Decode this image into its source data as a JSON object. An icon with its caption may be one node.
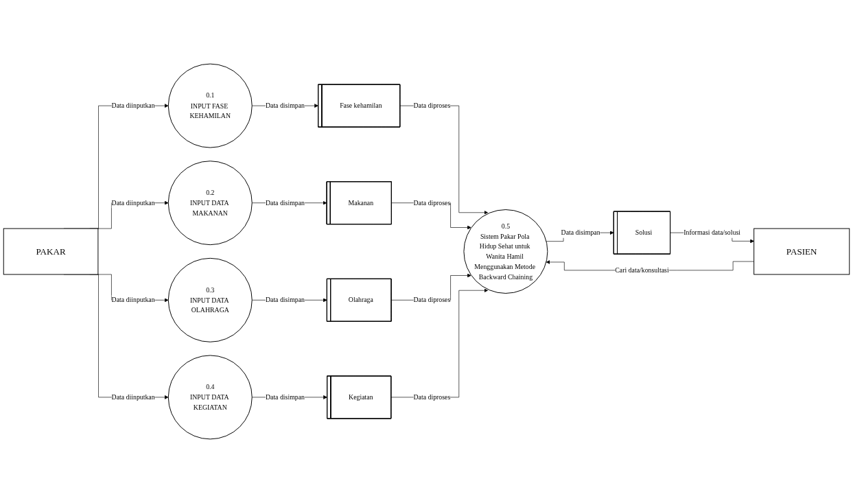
{
  "diagram": {
    "nodes": [
      {
        "text": [
          "PAKAR"
        ]
      },
      {
        "text": [
          "0.1",
          "INPUT FASE KEHAMILAN"
        ]
      },
      {
        "text": [
          "Fase kehamilan"
        ]
      },
      {
        "text": [
          "PASIEN"
        ]
      },
      {
        "text": [
          "0.2",
          "INPUT DATA MAKANAN"
        ]
      },
      {
        "text": [
          "Makanan"
        ]
      },
      {
        "text": [
          "0.5",
          "Sistem Pakar Pola Hidup Sehat untuk Wanita Hamil Menggunakan Metode Backward Chaining"
        ]
      },
      {
        "text": [
          "0.3",
          "INPUT DATA OLAHRAGA"
        ]
      },
      {
        "text": [
          "Olahraga"
        ]
      },
      {
        "text": [
          "Solusi"
        ]
      },
      {
        "text": [
          "0.4",
          "INPUT DATA KEGIATAN"
        ]
      },
      {
        "text": [
          "Kegiatan"
        ]
      }
    ],
    "edges": [
      {
        "from": 0,
        "to": 1,
        "arrow": "to",
        "label": "Data diinputkan"
      },
      {
        "from": 0,
        "to": 4,
        "arrow": "to",
        "label": "Data diinputkan"
      },
      {
        "from": 0,
        "to": 7,
        "arrow": "to",
        "label": "Data diinputkan"
      },
      {
        "from": 0,
        "to": 10,
        "arrow": "to",
        "label": "Data diinputkan"
      },
      {
        "from": 1,
        "to": 2,
        "arrow": "to",
        "label": "Data disimpan"
      },
      {
        "from": 4,
        "to": 5,
        "arrow": "to",
        "label": "Data disimpan"
      },
      {
        "from": 7,
        "to": 8,
        "arrow": "to",
        "label": "Data disimpan"
      },
      {
        "from": 10,
        "to": 11,
        "arrow": "to",
        "label": "Data disimpan"
      },
      {
        "from": 2,
        "to": 6,
        "arrow": "to",
        "label": "Data diproses"
      },
      {
        "from": 5,
        "to": 6,
        "arrow": "to",
        "label": "Data diproses"
      },
      {
        "from": 8,
        "to": 6,
        "arrow": "to",
        "label": "Data diproses"
      },
      {
        "from": 11,
        "to": 6,
        "arrow": "to",
        "label": "Data diproses"
      },
      {
        "from": 3,
        "to": 6,
        "arrow": "to",
        "label": "Cari data/konsultasi"
      },
      {
        "from": 6,
        "to": 9,
        "arrow": "to",
        "label": "Data disimpan"
      },
      {
        "from": 9,
        "to": 3,
        "arrow": "to",
        "label": "Informasi data/solusi"
      }
    ]
  }
}
